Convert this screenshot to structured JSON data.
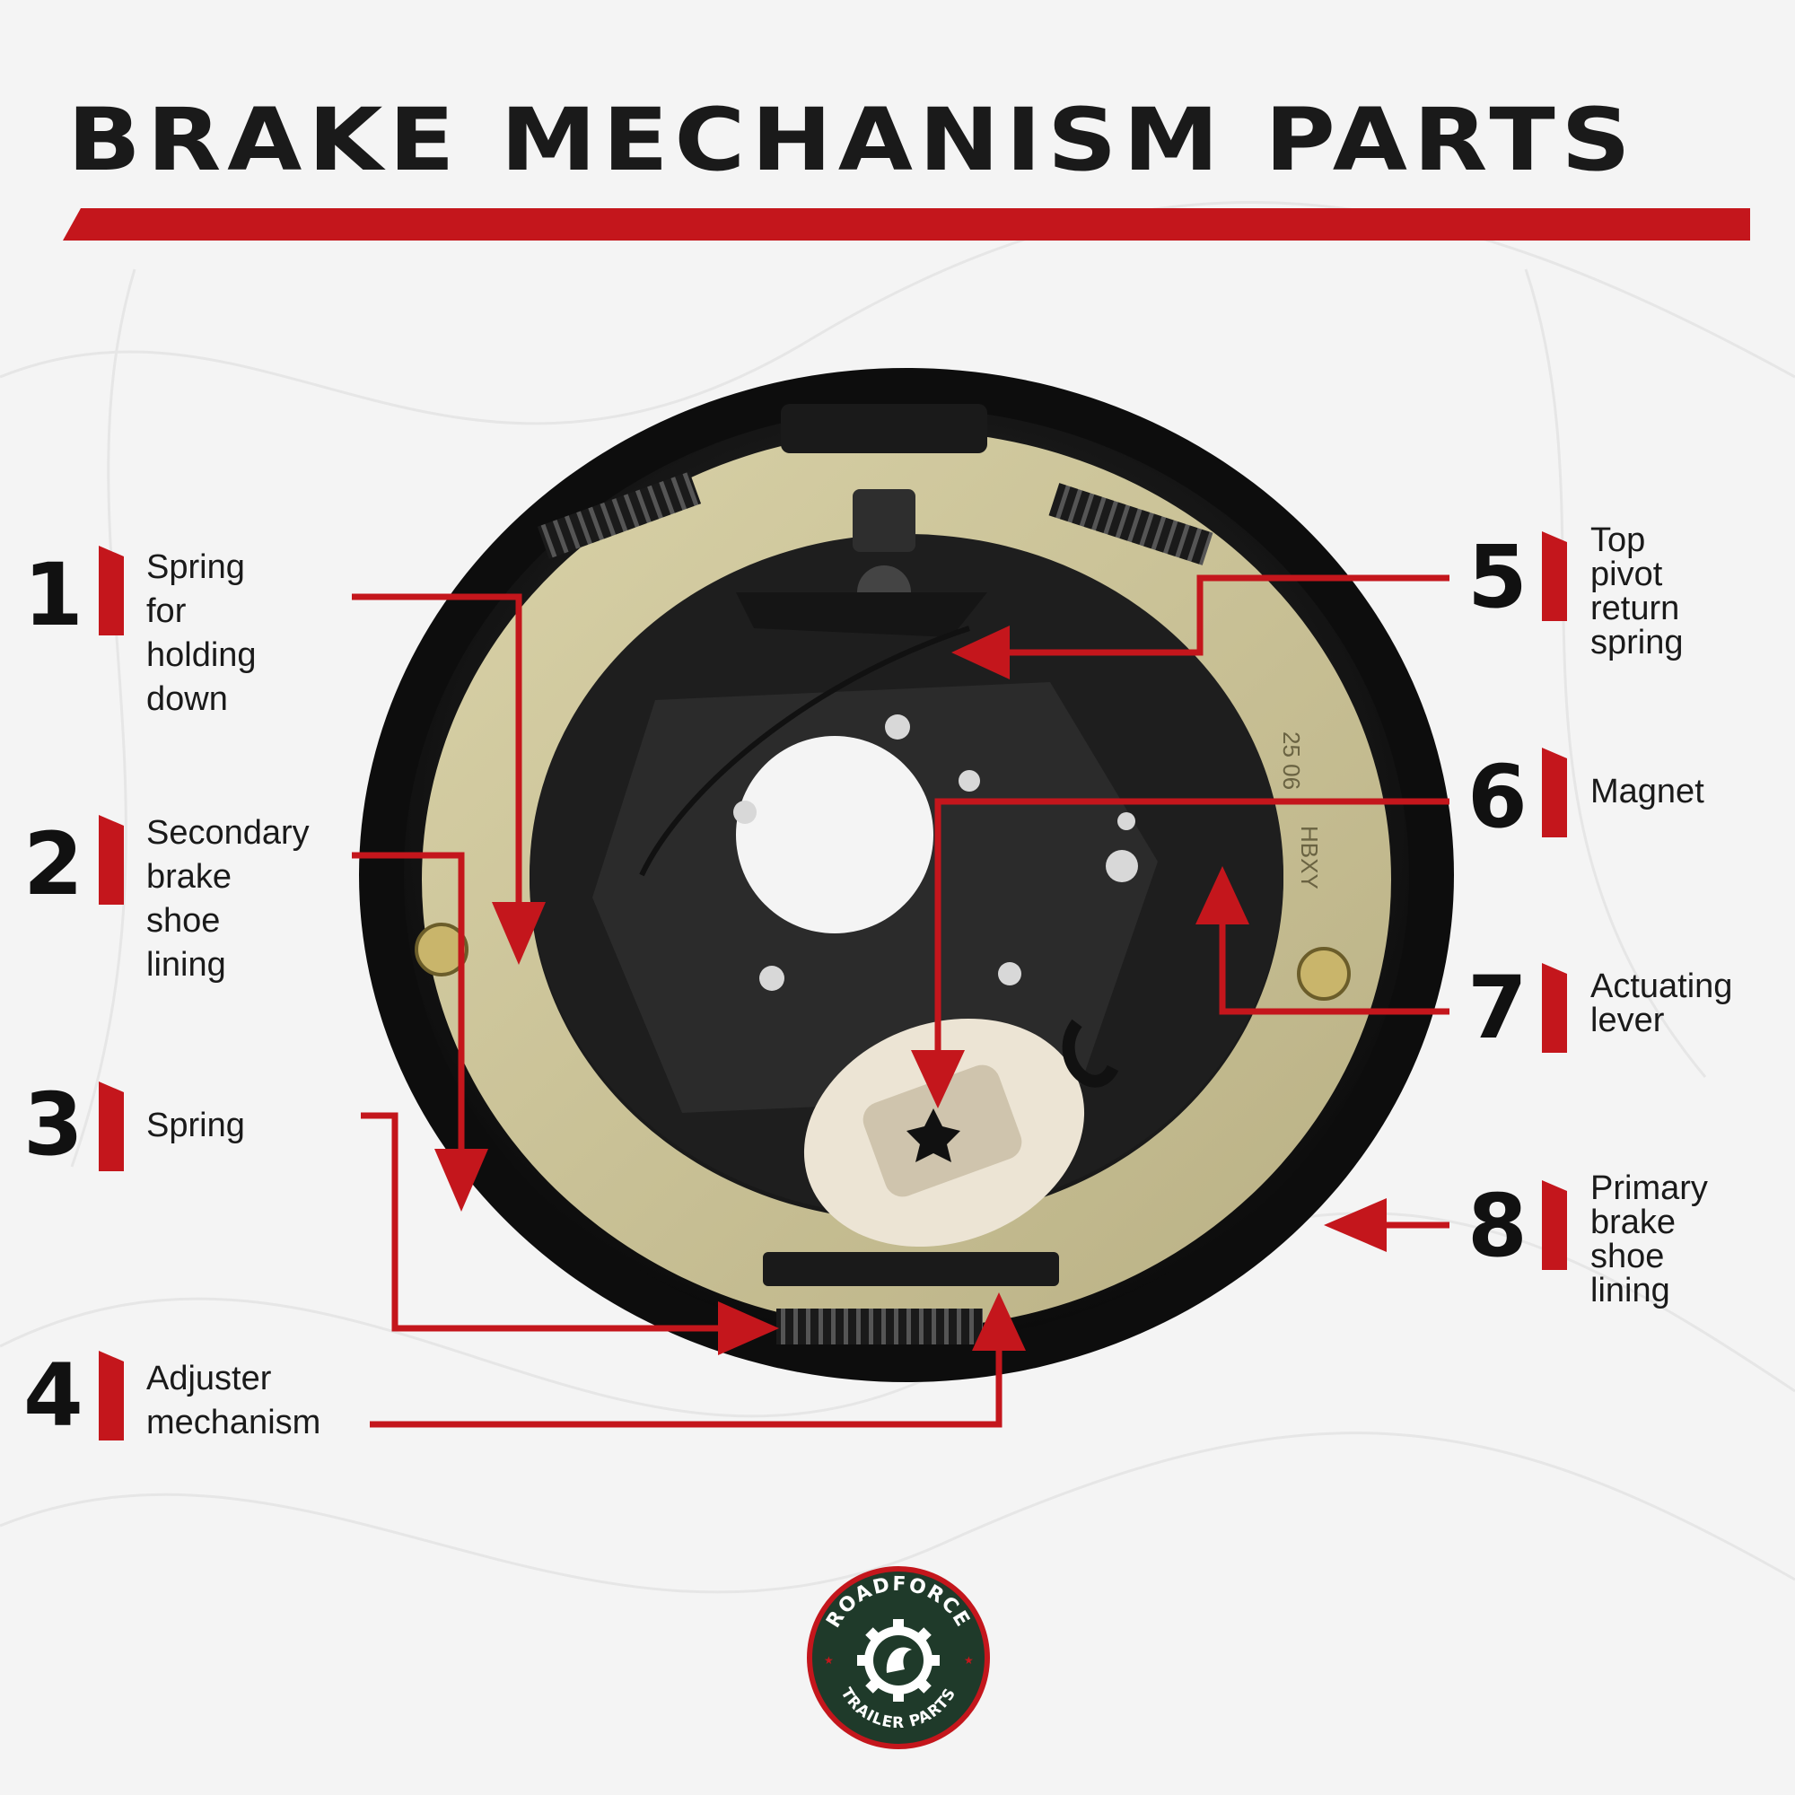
{
  "title": "BRAKE MECHANISM PARTS",
  "colors": {
    "accent": "#c4161c",
    "text": "#1a1a1a",
    "background": "#f4f4f4",
    "logo_green": "#1f3a2a"
  },
  "parts": [
    {
      "number": "1",
      "label": "Spring\nfor holding\ndown"
    },
    {
      "number": "2",
      "label": "Secondary\nbrake shoe\nlining"
    },
    {
      "number": "3",
      "label": "Spring"
    },
    {
      "number": "4",
      "label": "Adjuster\nmechanism"
    },
    {
      "number": "5",
      "label": "Top pivot\nreturn\nspring"
    },
    {
      "number": "6",
      "label": "Magnet"
    },
    {
      "number": "7",
      "label": "Actuating\nlever"
    },
    {
      "number": "8",
      "label": "Primary\nbrake shoe\nlining"
    }
  ],
  "diagram": {
    "stamp_date": "25 06",
    "stamp_code": "HBXY",
    "icons": [
      "brake-backing-plate-icon",
      "arrow-icon",
      "gear-icon"
    ]
  },
  "logo": {
    "top_text": "ROADFORCE",
    "bottom_text": "TRAILER PARTS"
  }
}
